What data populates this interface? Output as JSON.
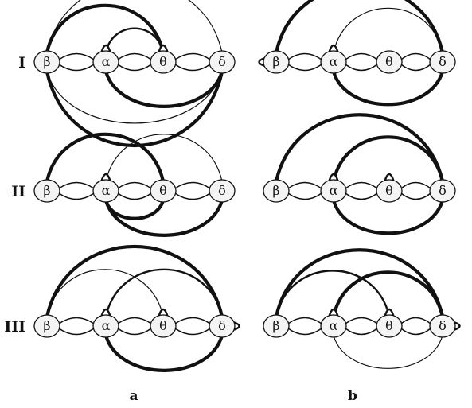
{
  "rows": [
    {
      "label": "I",
      "panels": [
        {
          "nodes": [
            "β",
            "α",
            "θ",
            "δ"
          ],
          "edges": [
            {
              "from": "β",
              "to": "θ",
              "dir": "up",
              "weight": "thick"
            },
            {
              "from": "β",
              "to": "δ",
              "dir": "up",
              "weight": "thin"
            },
            {
              "from": "α",
              "to": "θ",
              "dir": "up",
              "weight": "medium"
            },
            {
              "from": "α",
              "to": "δ",
              "dir": "down",
              "weight": "thick"
            },
            {
              "from": "β",
              "to": "δ",
              "dir": "down",
              "weight": "thin"
            },
            {
              "from": "β",
              "to": "δ",
              "dir": "down2",
              "weight": "thick"
            }
          ],
          "loops": [
            {
              "node": "α"
            },
            {
              "node": "θ"
            }
          ]
        },
        {
          "nodes": [
            "β",
            "α",
            "θ",
            "δ"
          ],
          "edges": [
            {
              "from": "β",
              "to": "δ",
              "dir": "up",
              "weight": "thick"
            },
            {
              "from": "α",
              "to": "δ",
              "dir": "up",
              "weight": "thin"
            },
            {
              "from": "α",
              "to": "δ",
              "dir": "down",
              "weight": "thick"
            }
          ],
          "loops": [
            {
              "node": "β",
              "side": "left"
            },
            {
              "node": "α"
            }
          ]
        }
      ]
    },
    {
      "label": "II",
      "panels": [
        {
          "nodes": [
            "β",
            "α",
            "θ",
            "δ"
          ],
          "edges": [
            {
              "from": "β",
              "to": "θ",
              "dir": "up",
              "weight": "thick"
            },
            {
              "from": "α",
              "to": "δ",
              "dir": "up",
              "weight": "thin"
            },
            {
              "from": "α",
              "to": "θ",
              "dir": "down",
              "weight": "thick"
            },
            {
              "from": "α",
              "to": "δ",
              "dir": "down",
              "weight": "thick"
            }
          ],
          "loops": [
            {
              "node": "α"
            }
          ]
        },
        {
          "nodes": [
            "β",
            "α",
            "θ",
            "δ"
          ],
          "edges": [
            {
              "from": "β",
              "to": "δ",
              "dir": "up",
              "weight": "thick"
            },
            {
              "from": "α",
              "to": "δ",
              "dir": "up",
              "weight": "thick"
            },
            {
              "from": "α",
              "to": "δ",
              "dir": "down",
              "weight": "thick"
            }
          ],
          "loops": [
            {
              "node": "α"
            },
            {
              "node": "θ"
            }
          ]
        }
      ]
    },
    {
      "label": "III",
      "panels": [
        {
          "nodes": [
            "β",
            "α",
            "θ",
            "δ"
          ],
          "edges": [
            {
              "from": "β",
              "to": "δ",
              "dir": "up",
              "weight": "thick"
            },
            {
              "from": "β",
              "to": "θ",
              "dir": "up",
              "weight": "thin"
            },
            {
              "from": "α",
              "to": "δ",
              "dir": "up",
              "weight": "medium"
            },
            {
              "from": "α",
              "to": "δ",
              "dir": "down",
              "weight": "thick"
            }
          ],
          "loops": [
            {
              "node": "α"
            },
            {
              "node": "θ"
            },
            {
              "node": "δ",
              "side": "right"
            }
          ]
        },
        {
          "nodes": [
            "β",
            "α",
            "θ",
            "δ"
          ],
          "edges": [
            {
              "from": "β",
              "to": "δ",
              "dir": "up",
              "weight": "thick"
            },
            {
              "from": "β",
              "to": "θ",
              "dir": "up",
              "weight": "medium"
            },
            {
              "from": "α",
              "to": "δ",
              "dir": "up",
              "weight": "thick"
            },
            {
              "from": "α",
              "to": "δ",
              "dir": "down",
              "weight": "thin"
            }
          ],
          "loops": [
            {
              "node": "α"
            },
            {
              "node": "θ"
            },
            {
              "node": "δ",
              "side": "right"
            }
          ]
        }
      ]
    }
  ],
  "panel_tags": [
    "a",
    "b"
  ]
}
